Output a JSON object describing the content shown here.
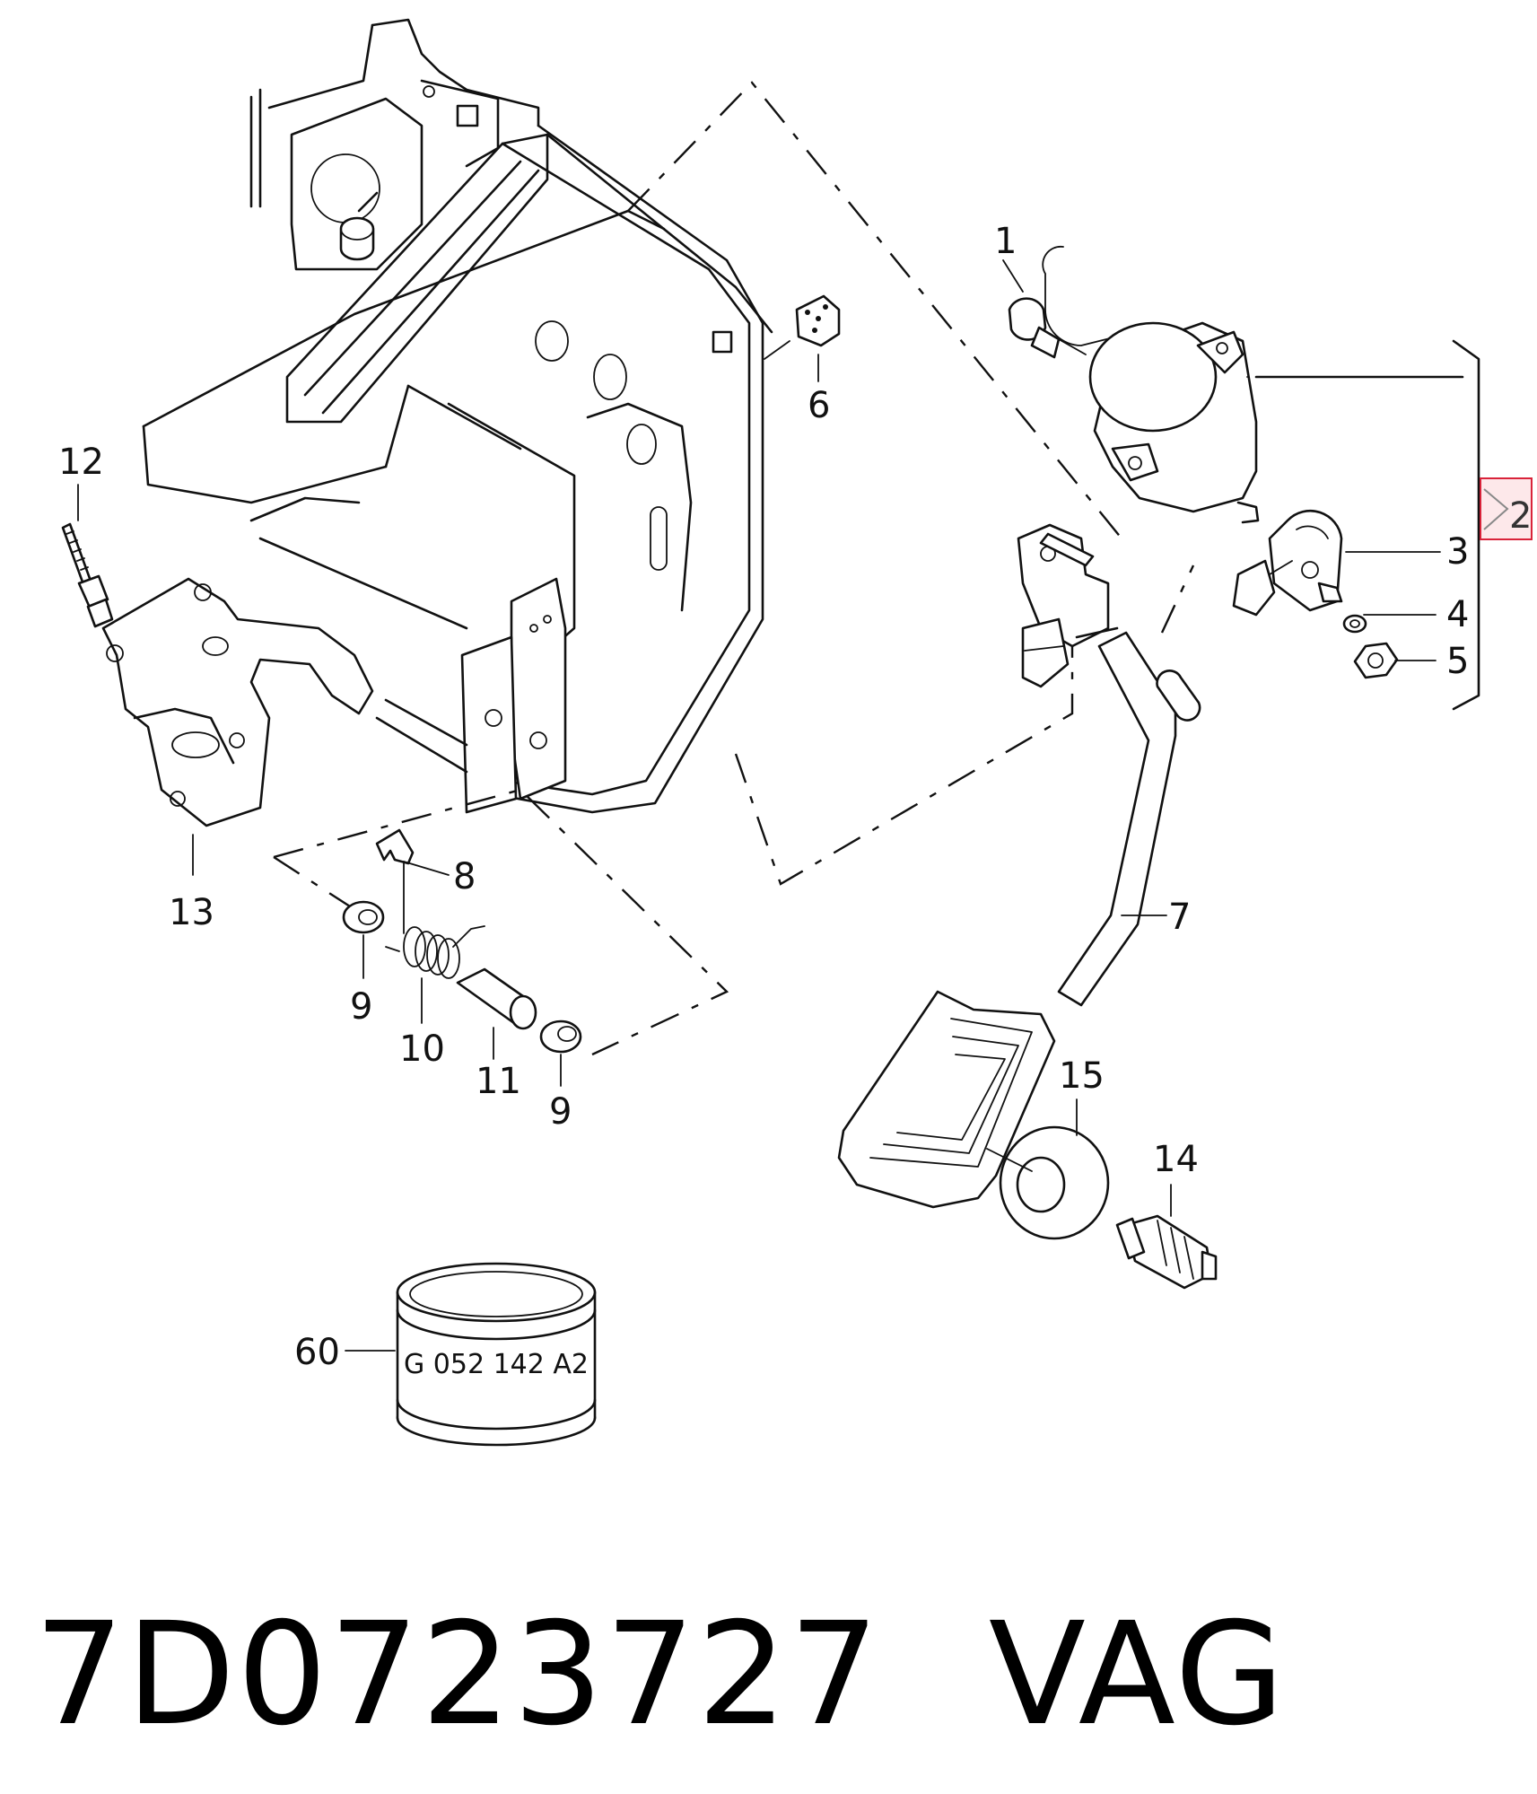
{
  "callouts": {
    "c1": "1",
    "c2": "2",
    "c3": "3",
    "c4": "4",
    "c5": "5",
    "c6": "6",
    "c7": "7",
    "c8": "8",
    "c9a": "9",
    "c9b": "9",
    "c10": "10",
    "c11": "11",
    "c12": "12",
    "c13": "13",
    "c14": "14",
    "c15": "15",
    "c60": "60"
  },
  "grease_tin_label": "G 052 142 A2",
  "footer": {
    "part_number": "7D0723727",
    "brand": "VAG"
  },
  "colors": {
    "line": "#111111",
    "highlight_border": "#d9233a",
    "highlight_fill": "#fde8ea"
  }
}
